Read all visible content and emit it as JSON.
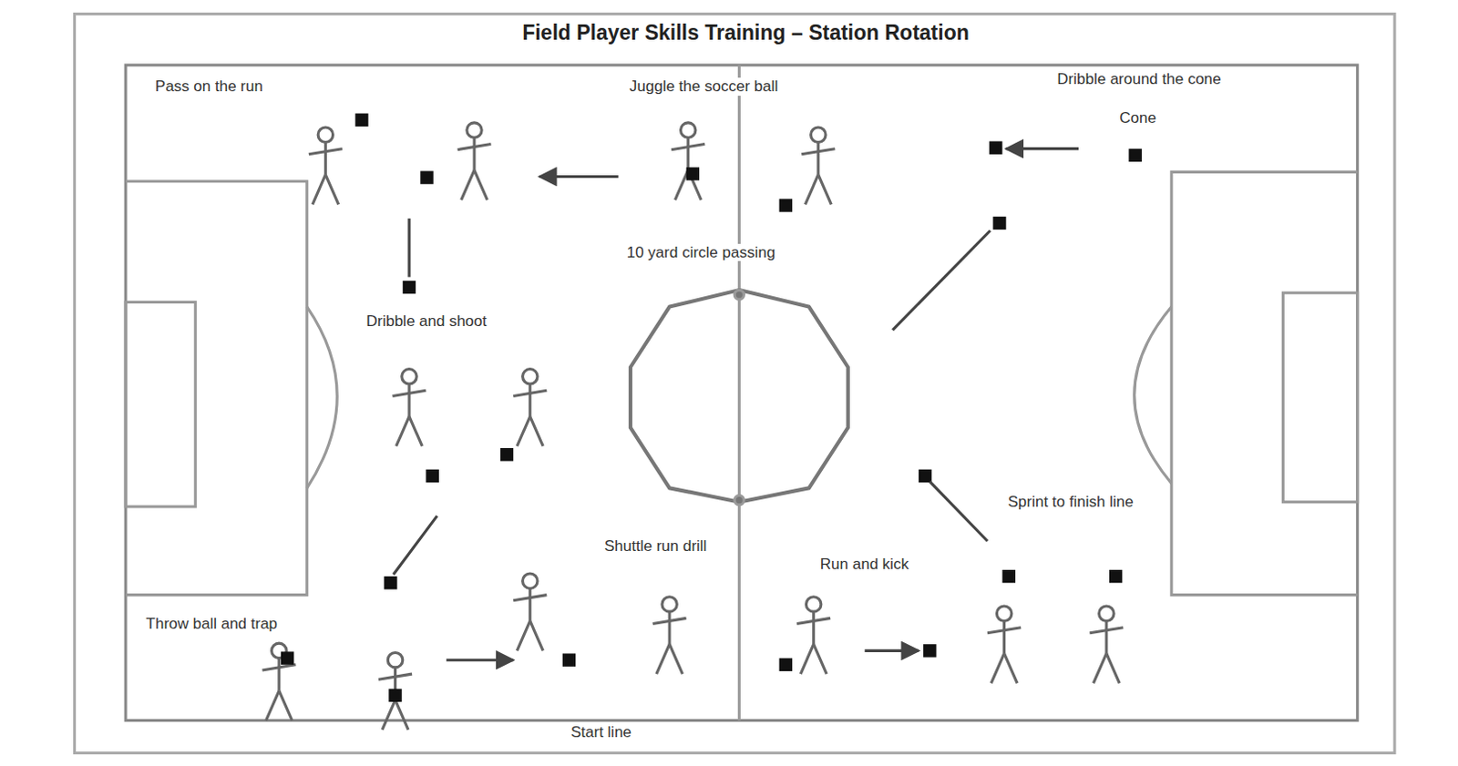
{
  "diagram": {
    "title": "Field Player Skills Training – Station Rotation",
    "labels": [
      "Pass on the run",
      "Juggle the soccer ball",
      "Dribble around the cone",
      "Cone",
      "10 yard circle passing",
      "Dribble and shoot",
      "Shuttle run drill",
      "Run and kick",
      "Sprint to finish line",
      "Throw ball and trap",
      "Start line"
    ]
  }
}
